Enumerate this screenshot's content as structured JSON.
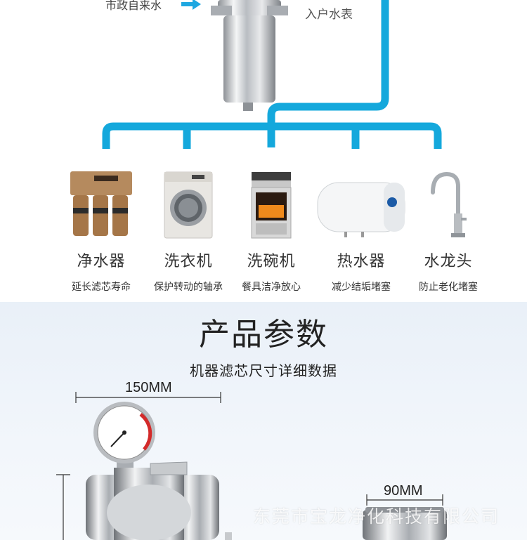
{
  "header": {
    "source_label": "市政自来水",
    "meter_label": "入户水表"
  },
  "appliances": [
    {
      "name": "净水器",
      "desc": "延长滤芯寿命",
      "icon": "water-purifier-icon"
    },
    {
      "name": "洗衣机",
      "desc": "保护转动的轴承",
      "icon": "washing-machine-icon"
    },
    {
      "name": "洗碗机",
      "desc": "餐具洁净放心",
      "icon": "dishwasher-icon"
    },
    {
      "name": "热水器",
      "desc": "减少结垢堵塞",
      "icon": "water-heater-icon"
    },
    {
      "name": "水龙头",
      "desc": "防止老化堵塞",
      "icon": "faucet-icon"
    }
  ],
  "params": {
    "title": "产品参数",
    "subtitle": "机器滤芯尺寸详细数据",
    "width_label": "150MM",
    "small_width_label": "90MM"
  },
  "watermark": "东莞市宝龙净化科技有限公司",
  "colors": {
    "pipe": "#14a8dc",
    "arrow": "#1ea7e1",
    "steel": "#c9ccd0"
  }
}
